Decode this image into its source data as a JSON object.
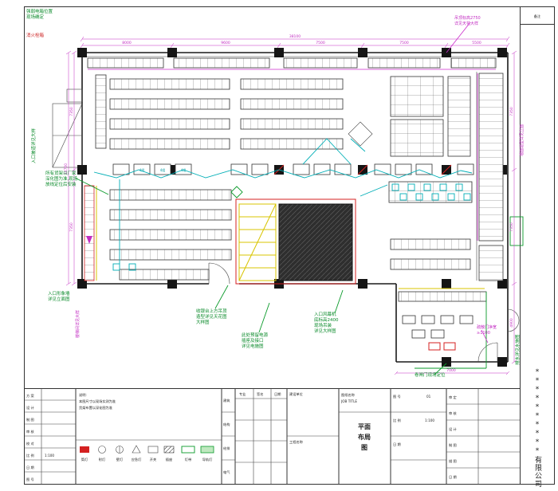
{
  "annotations": {
    "tl1": "强弱电箱位置",
    "tl2": "现场确定",
    "hydrant": "消火栓箱",
    "ramp": "入口坡道详见大样",
    "shelf1": "所有货架以厂家",
    "shelf2": "深化图为准,现场",
    "shelf3": "放线定位后安装",
    "facade1": "入口形象墙",
    "facade2": "详见立面图",
    "cashier1": "收银台上方吊顶",
    "cashier2": "造型详见天花图",
    "cashier3": "大样图",
    "power1": "此处预留电源",
    "power2": "插座及接口",
    "power3": "详见电施图",
    "curtain1": "入口风幕机",
    "curtain2": "底标高2400",
    "curtain3": "现场吊装",
    "curtain4": "详见大样图",
    "shutter": "卷闸门现场定位",
    "drain": "排水详见水施图",
    "ceiling1": "吊顶标高2750",
    "ceiling2": "详见天花大样",
    "wallfinish": "墙面造型详见立面",
    "exit1": "疏散门净宽",
    "exit2": "≥1100",
    "stair": "楼梯间详见大样"
  },
  "fixtures": {
    "l1": "4组",
    "l2": "4组",
    "l3": "4组"
  },
  "dims": {
    "top": [
      "8000",
      "9600",
      "7500",
      "7500",
      "5500"
    ],
    "top_total": "38100",
    "left": [
      "7350",
      "7350"
    ],
    "left_total": "14700",
    "right": [
      "7350",
      "7350",
      "4900"
    ],
    "annex_bottom": "7000"
  },
  "titleblock": {
    "left_rows": [
      {
        "label": "方 案",
        "value": ""
      },
      {
        "label": "设 计",
        "value": ""
      },
      {
        "label": "制 图",
        "value": ""
      },
      {
        "label": "审 核",
        "value": ""
      },
      {
        "label": "校 对",
        "value": ""
      },
      {
        "label": "比 例",
        "value": "1:100"
      },
      {
        "label": "日 期",
        "value": ""
      },
      {
        "label": "图 号",
        "value": ""
      }
    ],
    "notes_title": "说明:",
    "notes": [
      "本图尺寸以现场实测为准",
      "货架布置以深化图为准"
    ],
    "legend": [
      {
        "label": "筒灯"
      },
      {
        "label": "射灯"
      },
      {
        "label": "壁灯"
      },
      {
        "label": "应急灯"
      },
      {
        "label": "开关"
      },
      {
        "label": "插座"
      },
      {
        "label": "灯带"
      },
      {
        "label": "导轨灯"
      }
    ],
    "sign_col": [
      "建筑",
      "结构",
      "给排",
      "电气"
    ],
    "sign_header": {
      "c1": "专业",
      "c2": "签名",
      "c3": "日期"
    },
    "owner_label": "建设单位",
    "project_label": "工程名称",
    "jobtitle_label": "图纸名称",
    "jobtitle_en": "JOB TITLE",
    "drawing_title": [
      "平面",
      "布局",
      "图"
    ],
    "dwg_label": "图 号",
    "dwg_value": "01",
    "scale_label": "比 例",
    "scale_value": "1:100",
    "date_label": "日 期",
    "right_rows": [
      {
        "label": "审 定"
      },
      {
        "label": "审 核"
      },
      {
        "label": "设 计"
      },
      {
        "label": "制 图"
      },
      {
        "label": "描 图"
      },
      {
        "label": "日 期"
      }
    ],
    "note_cell": "备注",
    "company": "**********有限公司"
  }
}
